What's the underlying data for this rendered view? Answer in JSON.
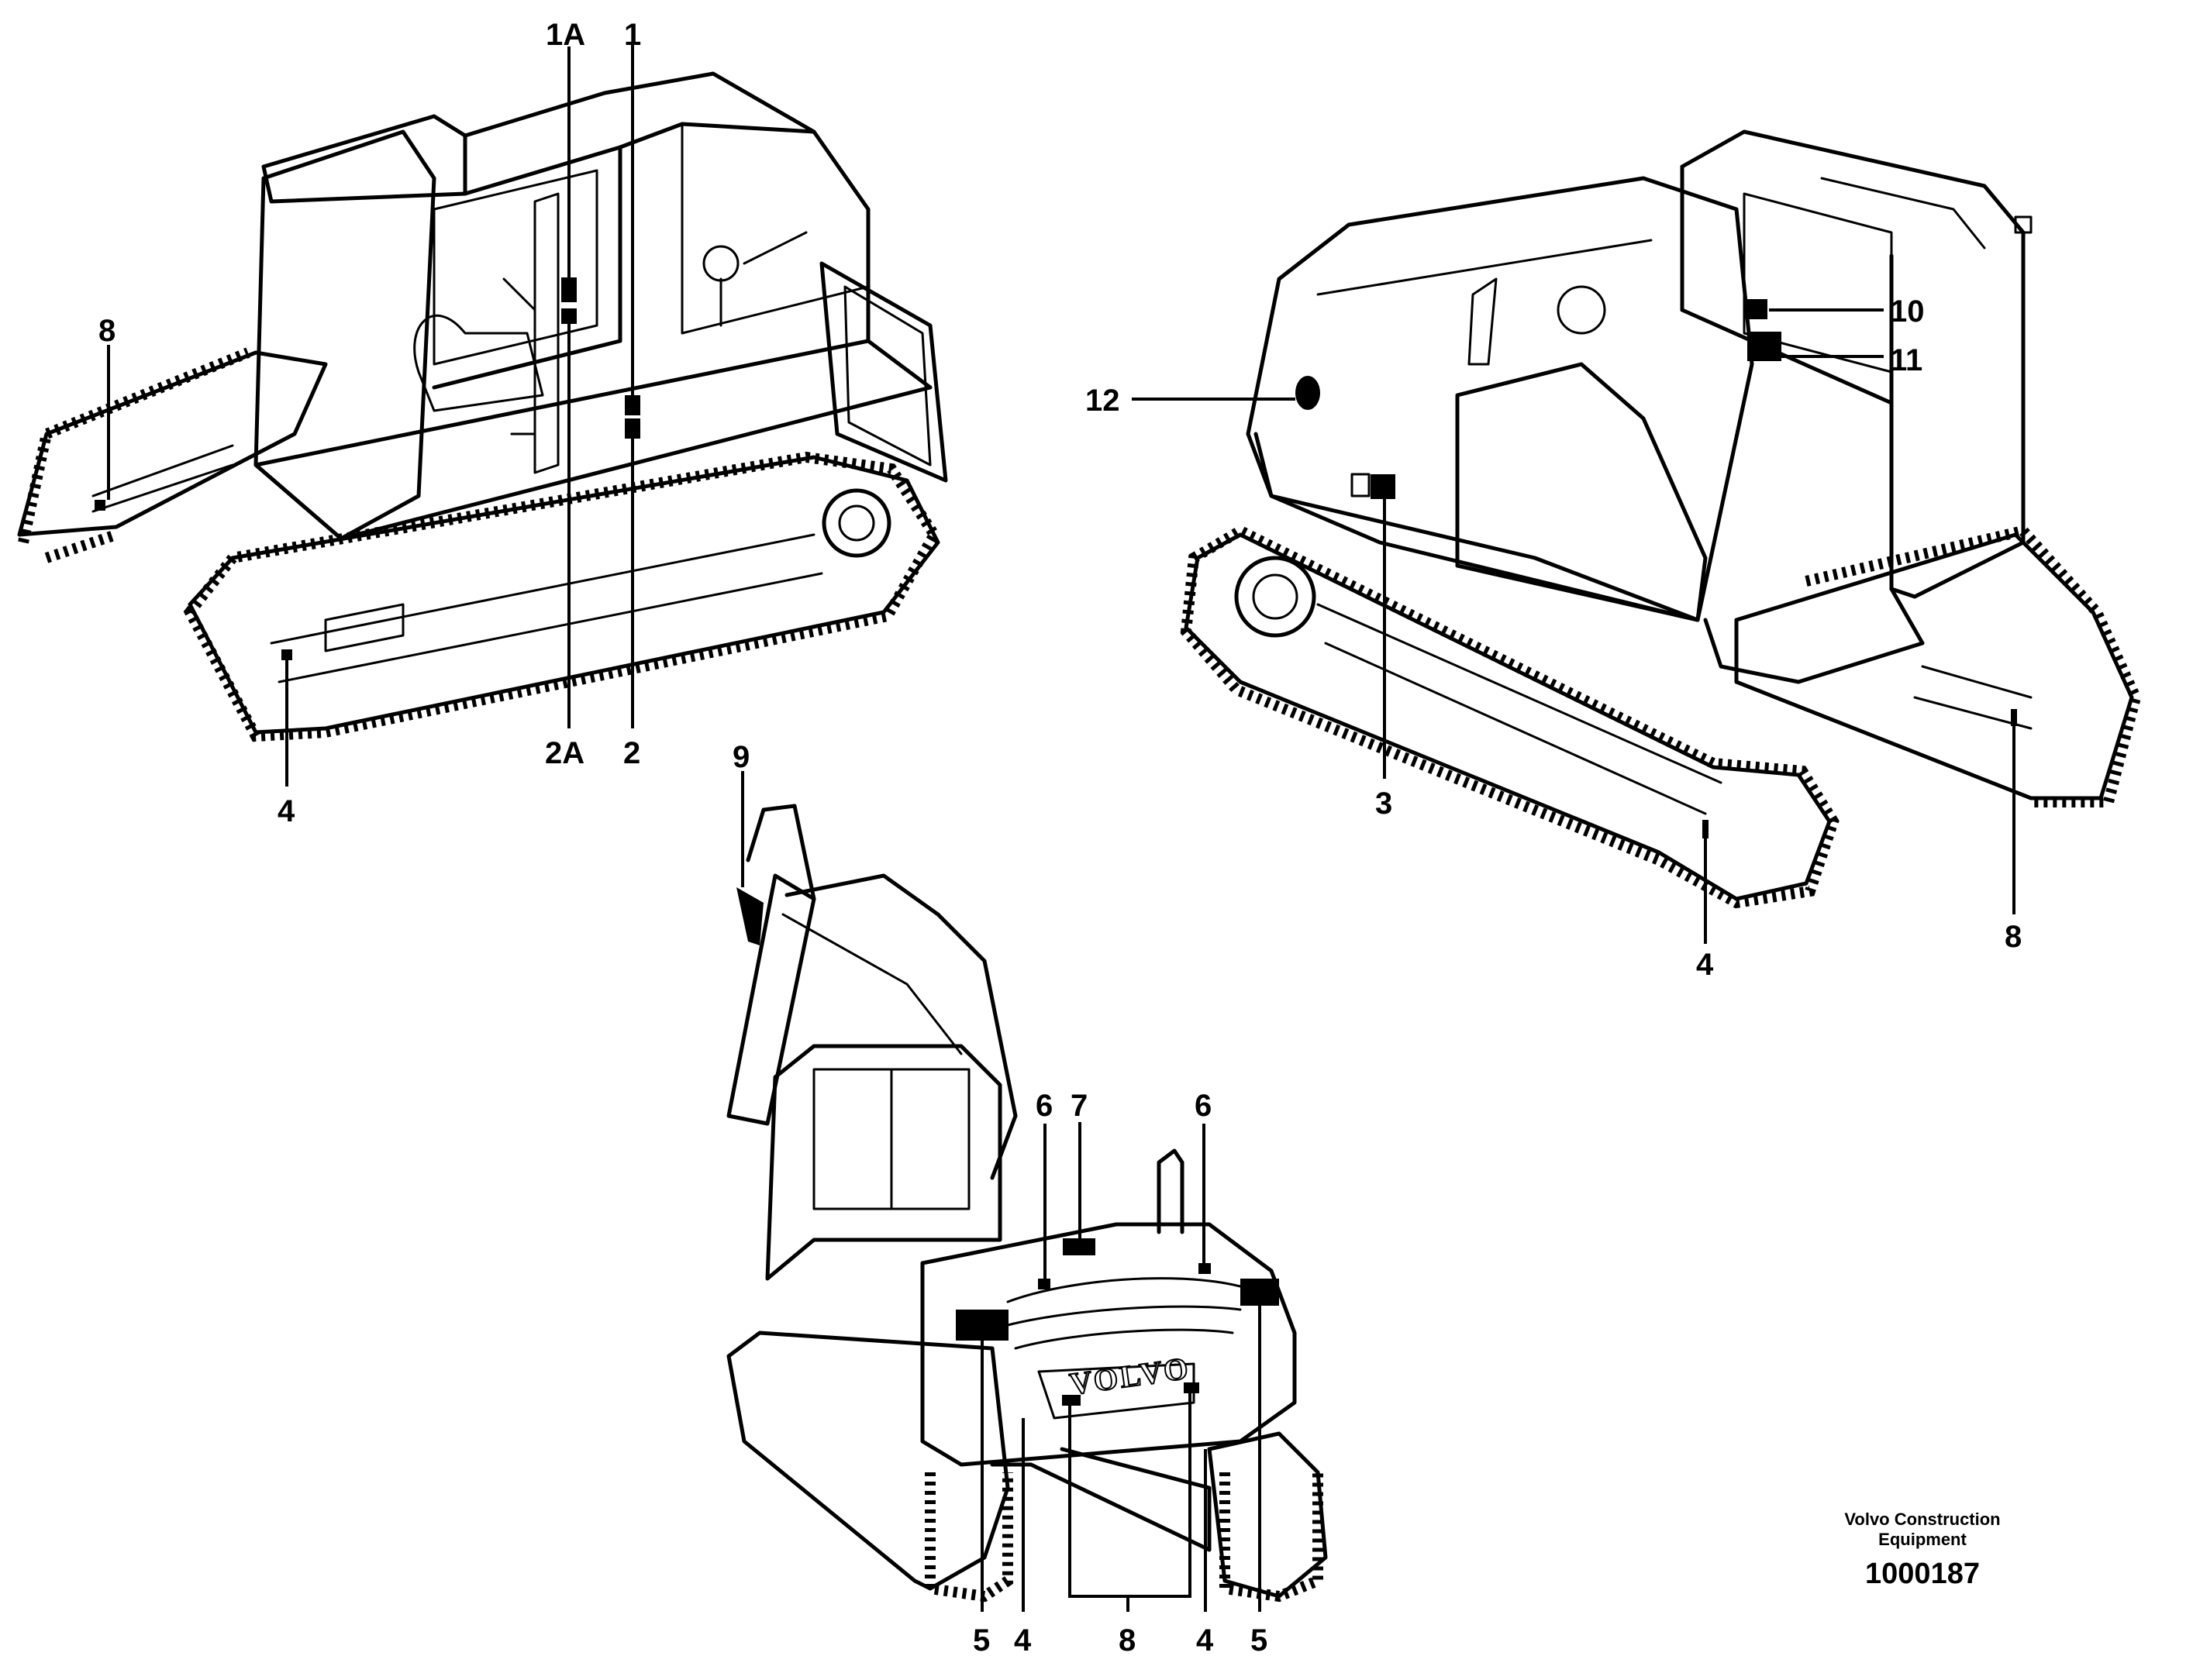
{
  "figure": {
    "callouts": {
      "c1A": "1A",
      "c1": "1",
      "c2A": "2A",
      "c2": "2",
      "c3": "3",
      "c4": "4",
      "c5": "5",
      "c6": "6",
      "c7": "7",
      "c8": "8",
      "c9": "9",
      "c10": "10",
      "c11": "11",
      "c12": "12"
    },
    "brand_plate": "VOLVO"
  },
  "credit": {
    "line1": "Volvo Construction",
    "line2": "Equipment",
    "drawing_number": "1000187"
  }
}
